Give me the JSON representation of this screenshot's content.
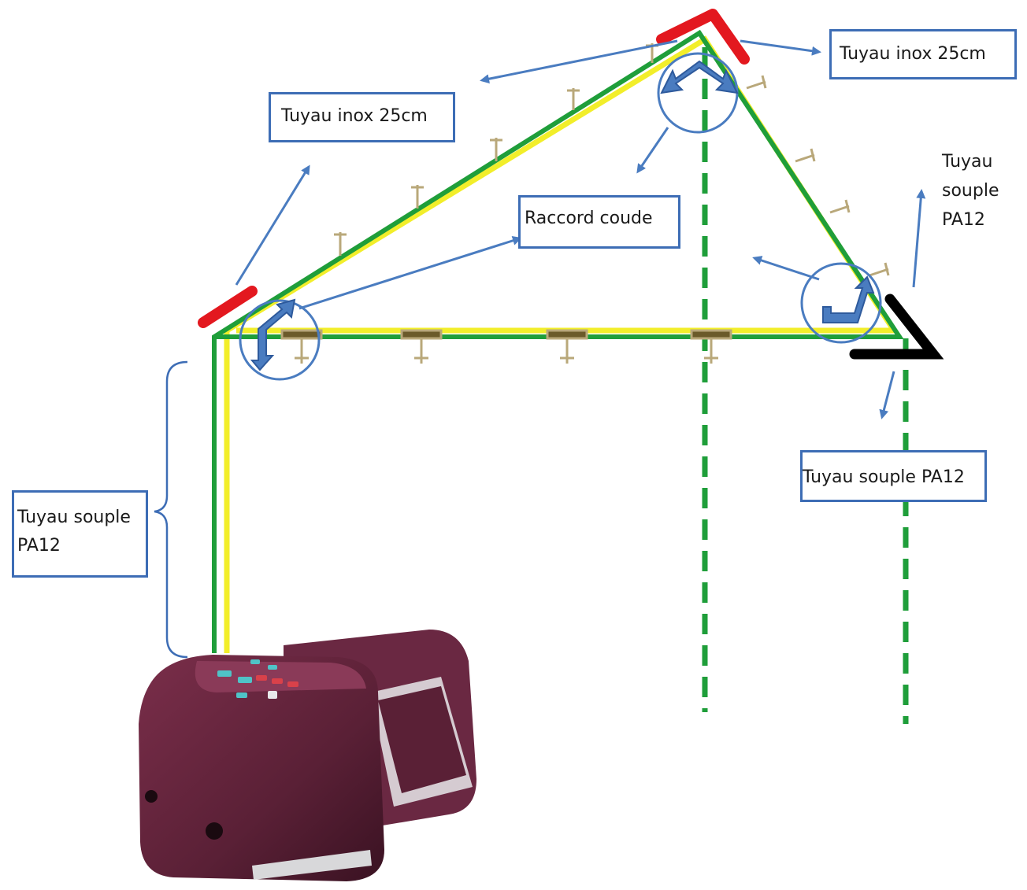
{
  "labels": {
    "top_left_pipe": "Tuyau inox 25cm",
    "top_right_pipe": "Tuyau inox 25cm",
    "elbow": "Raccord coude",
    "right_hose_line1": "Tuyau",
    "right_hose_line2": "souple",
    "right_hose_line3": "PA12",
    "bottom_right_hose": "Tuyau souple PA12",
    "left_hose_line1": "Tuyau souple",
    "left_hose_line2": "PA12"
  },
  "colors": {
    "pipe_green": "#1f9e3a",
    "pipe_yellow": "#f2ee2a",
    "inox_red": "#e3181f",
    "black_corner": "#000000",
    "arrow_blue": "#4a7cc0",
    "box_border": "#3d6db5",
    "machine": "#5a2036"
  },
  "icons": [
    "pump-machine-icon",
    "elbow-rotation-arrow-icon",
    "nozzle-icon"
  ]
}
